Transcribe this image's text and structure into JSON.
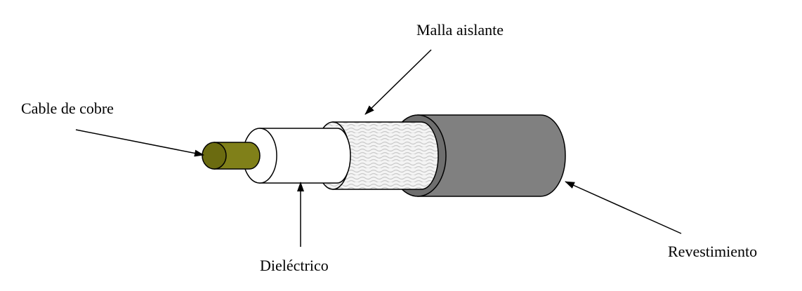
{
  "labels": {
    "copper": "Cable de cobre",
    "dielectric": "Dieléctrico",
    "mesh": "Malla aislante",
    "jacket": "Revestimiento"
  },
  "colors": {
    "copper_fill": "#808019",
    "copper_end": "#6b6b10",
    "dielectric_fill": "#ffffff",
    "mesh_fill": "#f4f4f4",
    "mesh_pattern": "#c9c9c9",
    "jacket_fill": "#808080",
    "jacket_end": "#6e6e6e",
    "stroke": "#000000"
  }
}
